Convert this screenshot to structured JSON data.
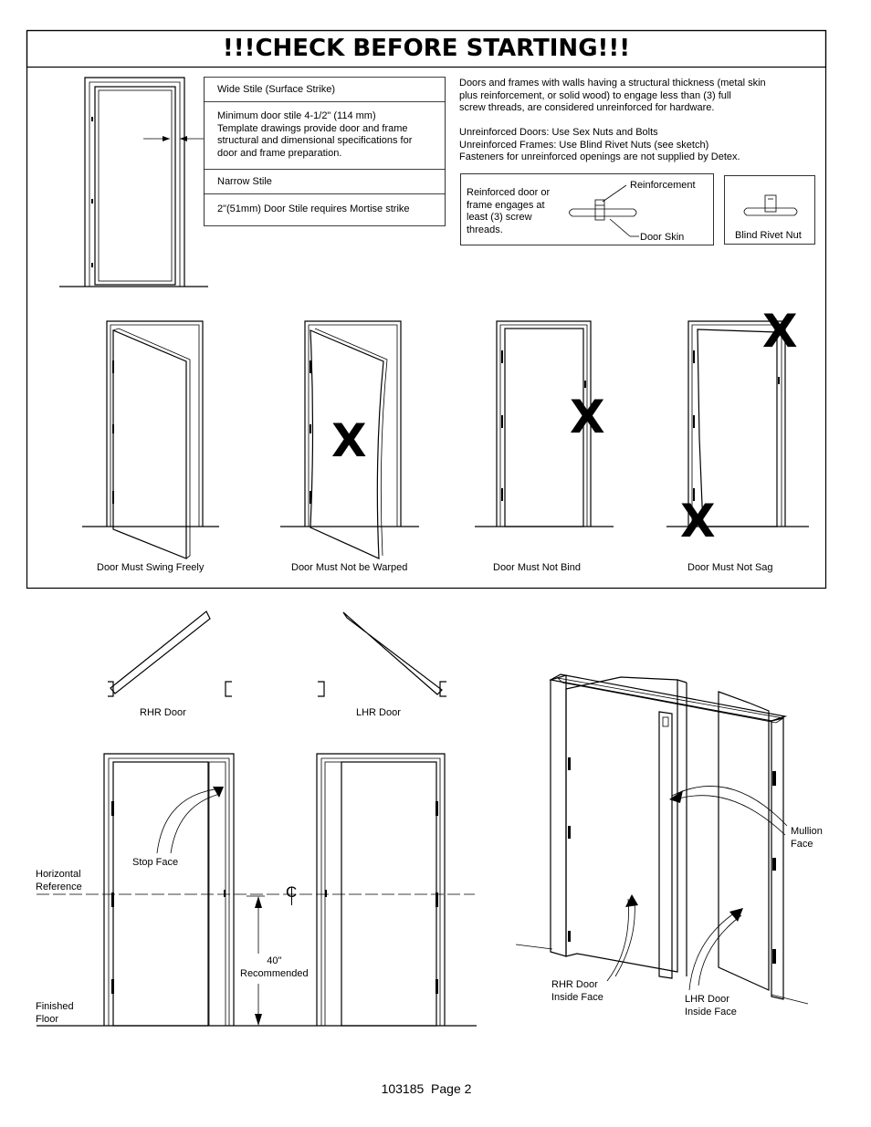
{
  "title": "!!!CHECK BEFORE STARTING!!!",
  "stile_table": [
    "Wide Stile (Surface Strike)",
    "Minimum door stile 4-1/2\" (114 mm)\nTemplate drawings provide door and frame\nstructural and dimensional specifications for\ndoor and frame preparation.",
    "Narrow Stile",
    "2\"(51mm) Door Stile requires Mortise strike"
  ],
  "info": {
    "structural": "Doors and frames with walls having a structural thickness (metal skin\nplus reinforcement, or solid wood) to engage less than (3) full\nscrew threads, are considered unreinforced for hardware.",
    "unreinforced": "Unreinforced Doors: Use Sex Nuts and Bolts\nUnreinforced Frames: Use Blind Rivet Nuts (see sketch)\nFasteners for unreinforced openings are not supplied by Detex."
  },
  "reinforced_box": {
    "text": "Reinforced door or\nframe engages at\nleast (3) screw\nthreads.",
    "reinforcement_label": "Reinforcement",
    "door_skin_label": "Door Skin"
  },
  "blind_rivet_label": "Blind Rivet Nut",
  "door_checks": [
    "Door Must Swing Freely",
    "Door Must Not be Warped",
    "Door Must Not Bind",
    "Door Must Not Sag"
  ],
  "x_mark": "X",
  "handing": {
    "rhr": "RHR Door",
    "lhr": "LHR Door"
  },
  "elevation": {
    "stop_face": "Stop Face",
    "horizontal_reference": "Horizontal\nReference",
    "centerline": "C",
    "height": "40\"\nRecommended",
    "finished_floor": "Finished\nFloor"
  },
  "pair": {
    "mullion_face": "Mullion\nFace",
    "rhr_inside": "RHR Door\nInside Face",
    "lhr_inside": "LHR Door\nInside Face"
  },
  "footer": "103185  Page 2"
}
